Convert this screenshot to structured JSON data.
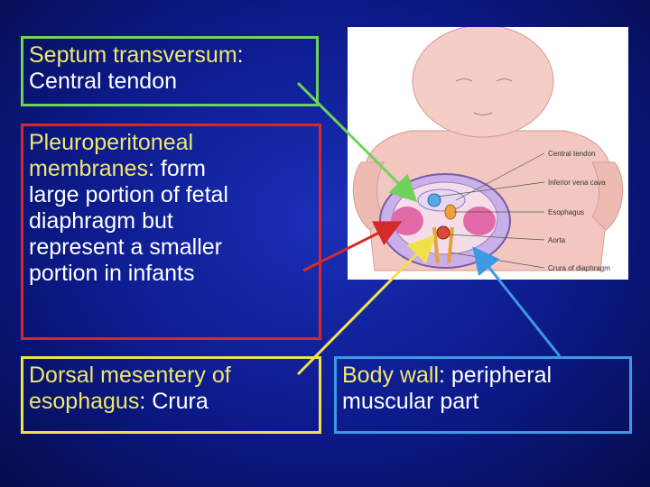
{
  "boxes": {
    "septum": {
      "term": "Septum transversum",
      "rest_line1": ":",
      "line2": "Central tendon"
    },
    "pleuro": {
      "term_line1": "Pleuroperitoneal",
      "term_line2": "membranes",
      "rest_line2": ": form",
      "lines": [
        "large portion of fetal",
        "diaphragm but",
        "represent a smaller",
        "portion in infants"
      ]
    },
    "dorsal": {
      "term_line1": "Dorsal mesentery of",
      "term_line2": "esophagus",
      "rest_line2": ": Crura"
    },
    "bodywall": {
      "term": "Body wall",
      "rest_line1": ": peripheral",
      "line2": "muscular part"
    }
  },
  "figure_labels": {
    "central_tendon": "Central tendon",
    "ivc": "Inferior vena cava",
    "esophagus": "Esophagus",
    "aorta": "Aorta",
    "crura": "Crura of diaphragm"
  },
  "colors": {
    "septum": "#6fd35b",
    "pleuro": "#d42a2a",
    "dorsal": "#f0e04a",
    "bodywall": "#3a9ae6",
    "term_text": "#f0e76e"
  }
}
